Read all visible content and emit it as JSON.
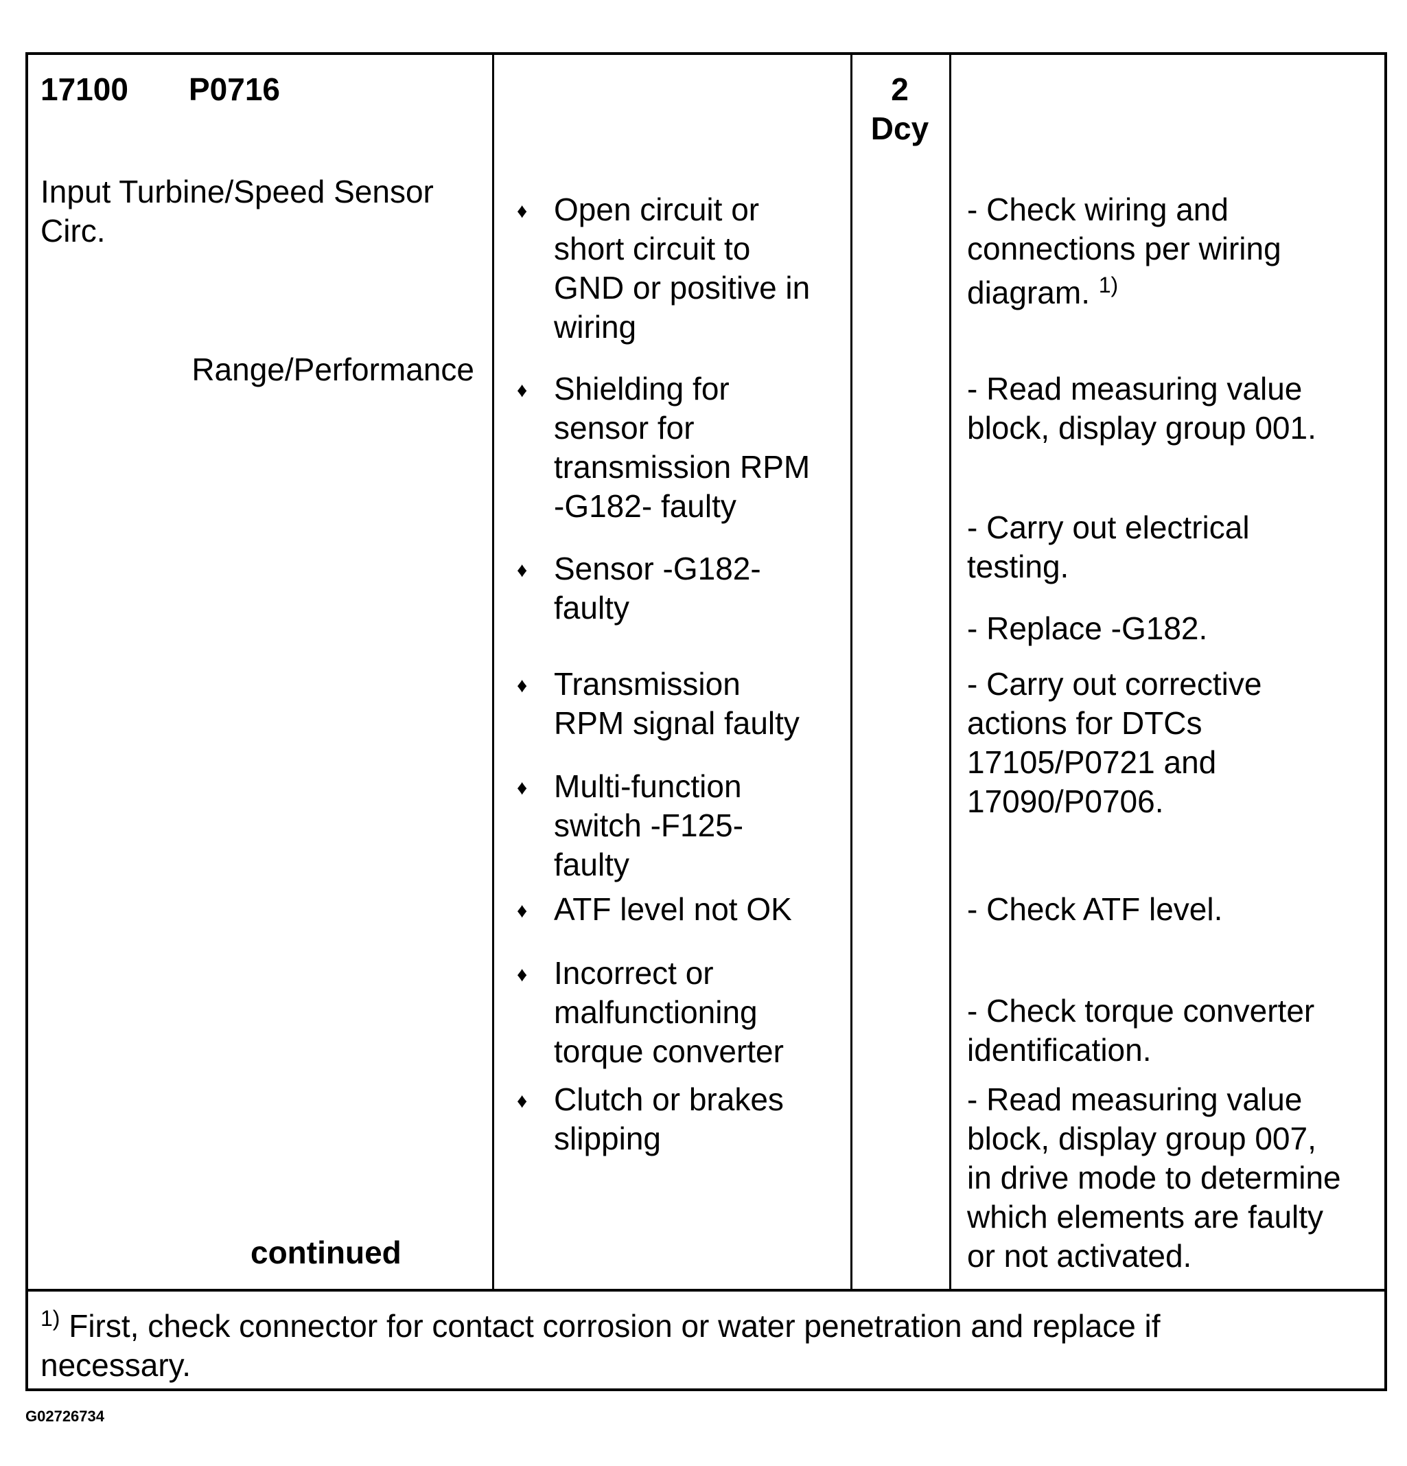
{
  "header": {
    "dtc_code": "17100",
    "obd_code": "P0716",
    "drive_cycles_num": "2",
    "drive_cycles_unit": "Dcy"
  },
  "description": {
    "line1": "Input Turbine/Speed Sensor",
    "line2": "Circ.",
    "range": "Range/Performance",
    "continued": "continued"
  },
  "causes": [
    [
      "Open circuit or",
      "short circuit to",
      "GND or positive in",
      "wiring"
    ],
    [
      "Shielding for",
      "sensor for",
      "transmission RPM",
      "-G182- faulty"
    ],
    [
      "Sensor -G182-",
      "faulty"
    ],
    [
      "Transmission",
      "RPM signal faulty"
    ],
    [
      "Multi-function",
      "switch -F125-",
      "faulty"
    ],
    [
      "ATF level not OK"
    ],
    [
      "Incorrect or",
      "malfunctioning",
      "torque converter"
    ],
    [
      "Clutch or brakes",
      "slipping"
    ]
  ],
  "bullet_symbol": "♦",
  "actions": [
    [
      "- Check wiring and",
      "connections per wiring",
      "diagram."
    ],
    [
      "- Read measuring value",
      "block, display group 001."
    ],
    [
      "- Carry out electrical",
      "testing."
    ],
    [
      "- Replace -G182."
    ],
    [
      "- Carry out corrective",
      "actions for DTCs",
      "17105/P0721 and",
      "17090/P0706."
    ],
    [
      "- Check ATF level."
    ],
    [
      "- Check torque converter",
      "identification."
    ],
    [
      "- Read measuring value",
      "block, display group 007,",
      "in drive mode to determine",
      "which elements are faulty",
      "or not activated."
    ]
  ],
  "footnote": {
    "marker": "1)",
    "line1": "First, check connector for contact corrosion or water penetration and replace if",
    "line2": "necessary."
  },
  "image_id": "G02726734"
}
